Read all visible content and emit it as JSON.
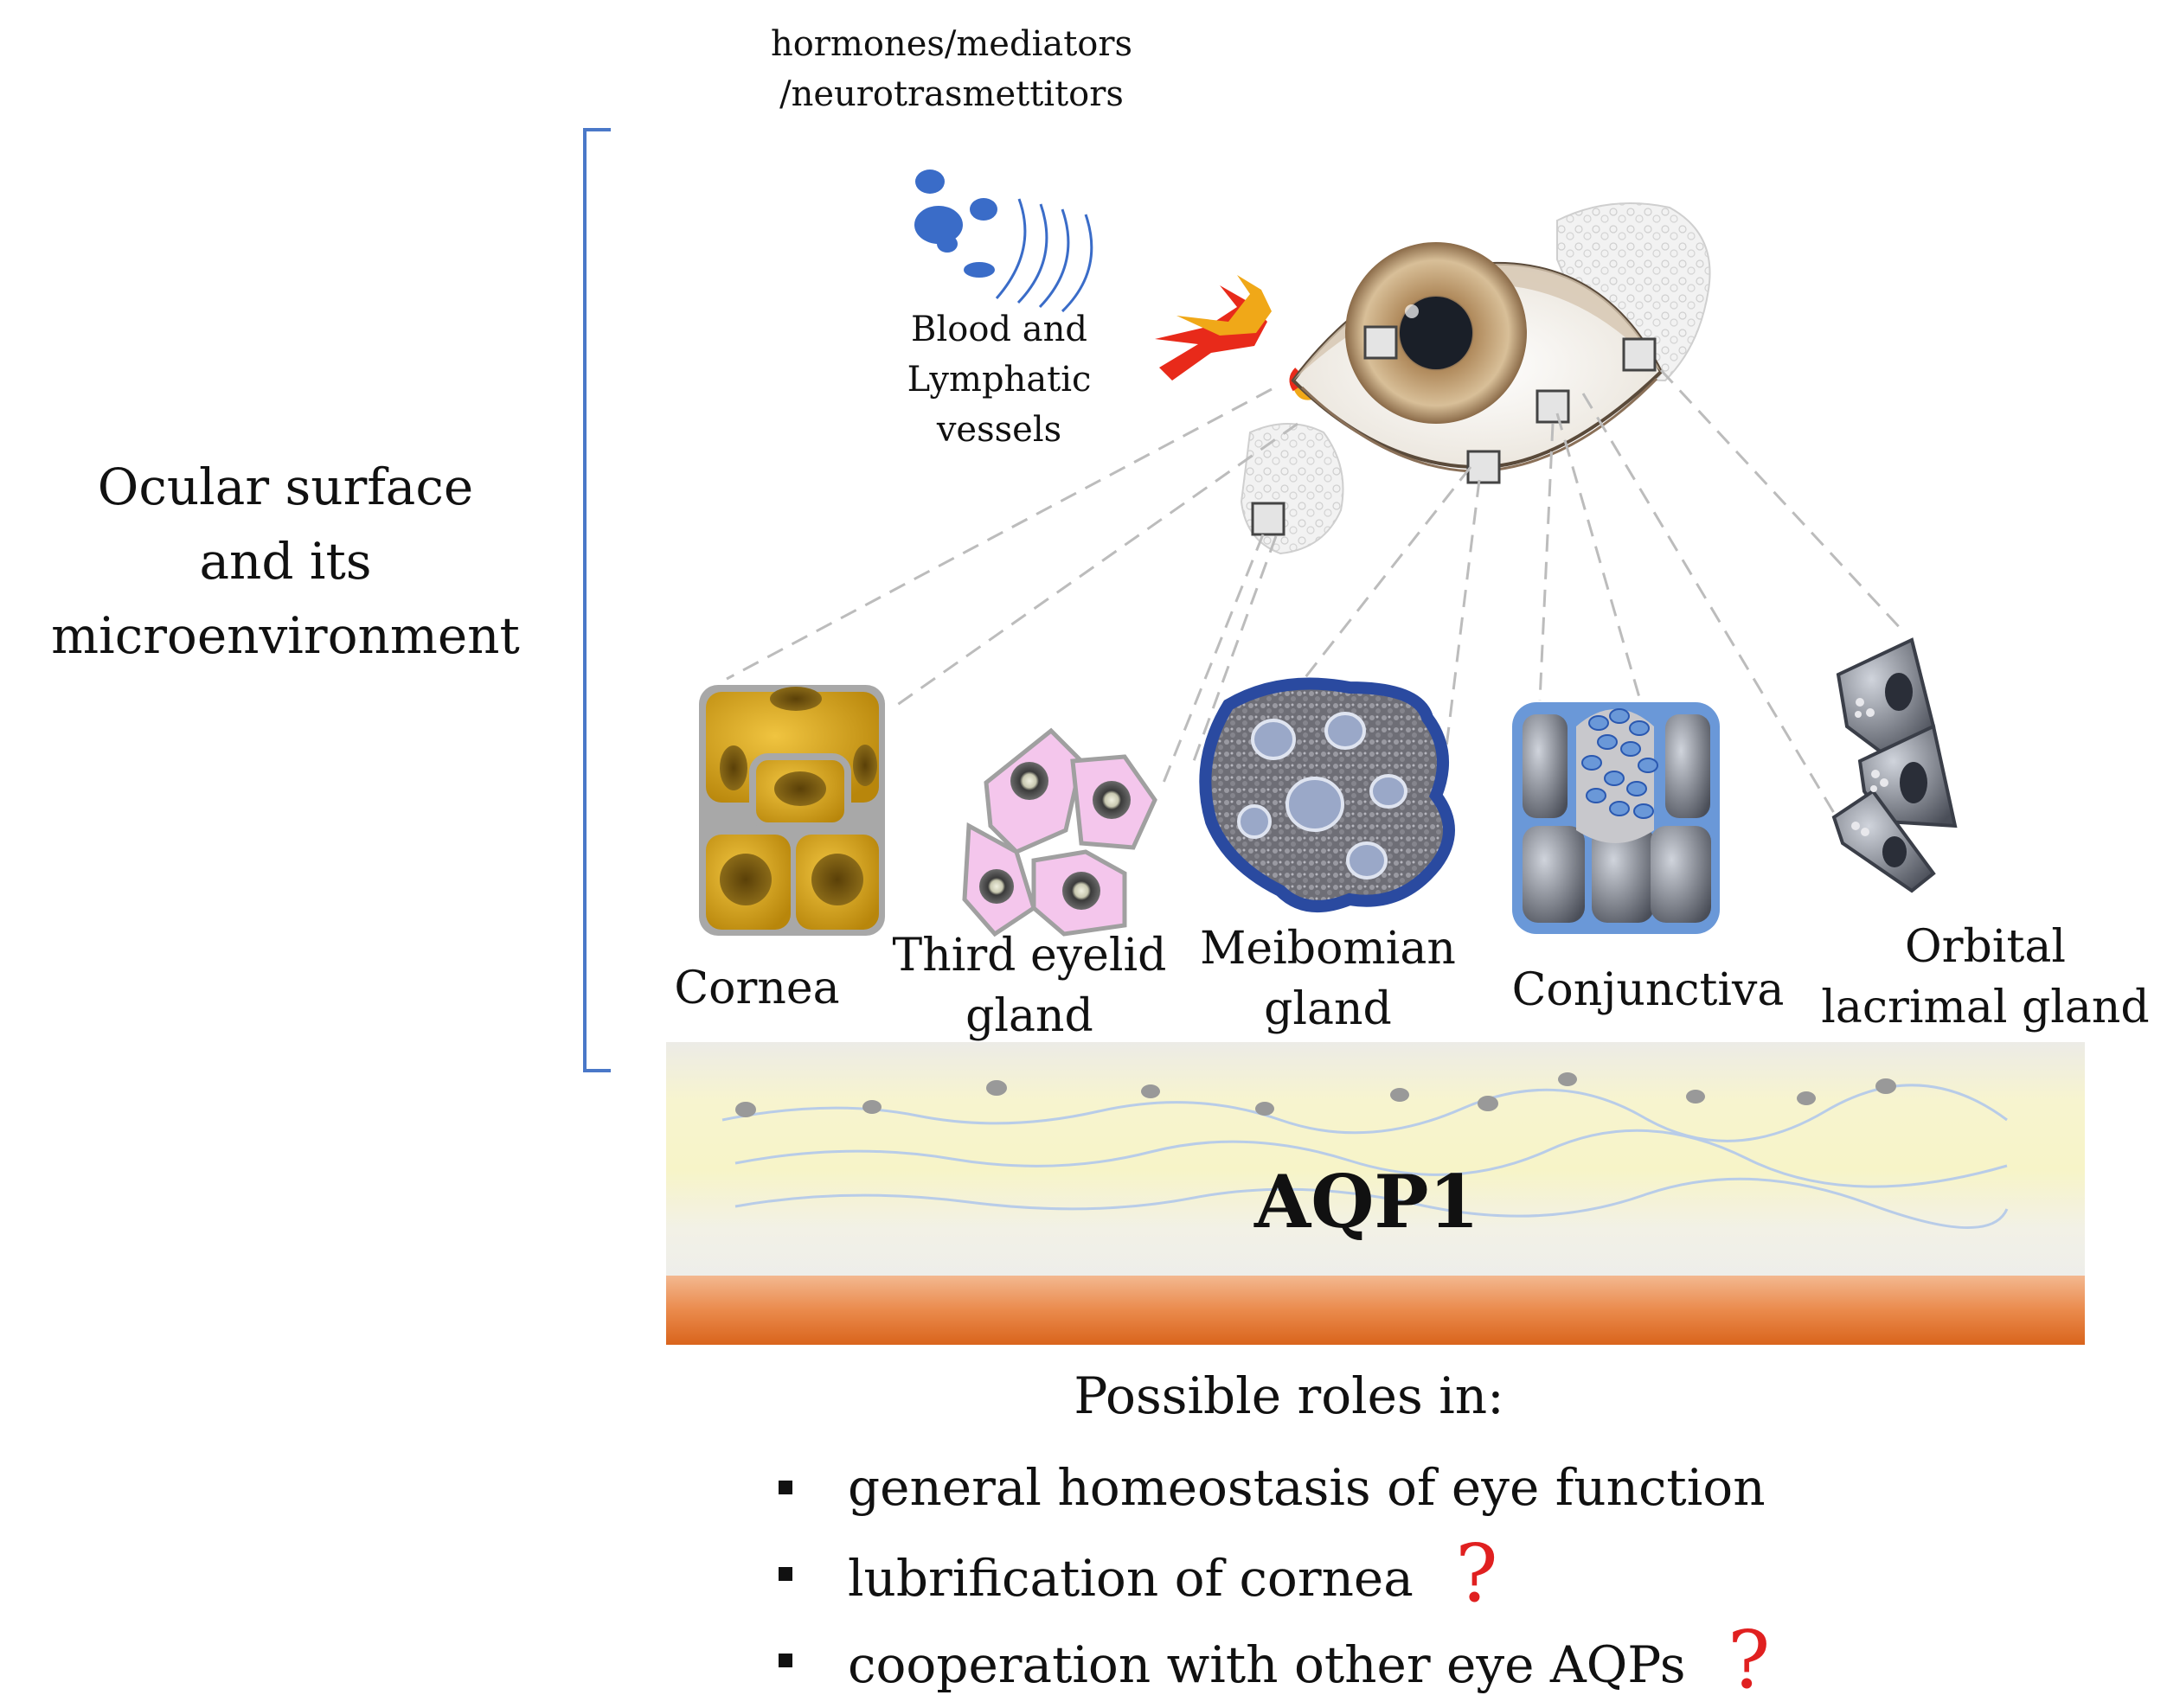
{
  "top_label_lines": [
    "hormones/mediators",
    "/neurotrasmettitors"
  ],
  "side_label_lines": [
    "Ocular surface",
    "and its",
    "microenvironment"
  ],
  "vessels_label_lines": [
    "Blood and",
    "Lymphatic",
    "vessels"
  ],
  "cells": [
    {
      "id": "cornea",
      "lines": [
        "Cornea"
      ]
    },
    {
      "id": "third-eyelid-gland",
      "lines": [
        "Third eyelid",
        "gland"
      ]
    },
    {
      "id": "meibomian-gland",
      "lines": [
        "Meibomian",
        "gland"
      ]
    },
    {
      "id": "conjunctiva",
      "lines": [
        "Conjunctiva"
      ]
    },
    {
      "id": "orbital-lacrimal-gland",
      "lines": [
        "Orbital",
        "lacrimal gland"
      ]
    }
  ],
  "aqp_label": "AQP1",
  "roles": {
    "title": "Possible  roles  in:",
    "items": [
      {
        "text": "general  homeostasis  of eye  function",
        "question": ""
      },
      {
        "text": "lubrification  of cornea",
        "question": "?"
      },
      {
        "text": "cooperation  with other  eye AQPs",
        "question": "?"
      }
    ]
  },
  "colors": {
    "bracket": "#4a78c8",
    "question_mark": "#e02020",
    "cornea_fill": "#d9a520",
    "third_eyelid_fill": "#f4c6ec",
    "meibomian_border": "#2a4aa0",
    "conjunctiva_border": "#6a98d8",
    "orbital_fill": "#9aa0a8",
    "aqp_band_top": "#f6f2c8",
    "aqp_band_bottom": "#e87830"
  }
}
